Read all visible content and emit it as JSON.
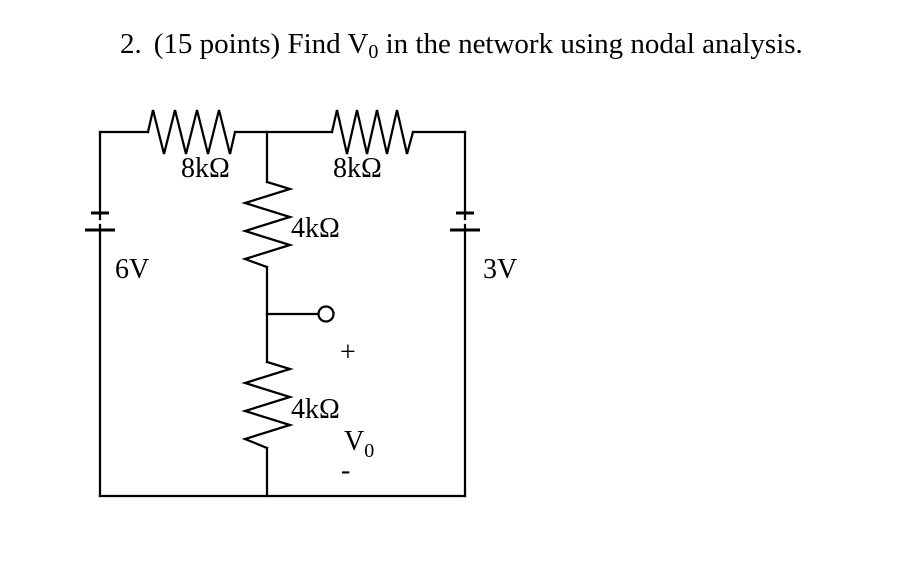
{
  "title": {
    "number": "2.",
    "before_sub": "(15 points) Find V",
    "sub": "0",
    "after_sub": " in the network using nodal analysis."
  },
  "circuit": {
    "line_color": "#000000",
    "background_color": "#ffffff",
    "resistors": [
      {
        "id": "r1",
        "label": "8kΩ",
        "orientation": "horizontal"
      },
      {
        "id": "r2",
        "label": "8kΩ",
        "orientation": "horizontal"
      },
      {
        "id": "r3",
        "label": "4kΩ",
        "orientation": "vertical"
      },
      {
        "id": "r4",
        "label": "4kΩ",
        "orientation": "vertical"
      }
    ],
    "voltage_sources": [
      {
        "id": "v1",
        "label": "6V"
      },
      {
        "id": "v2",
        "label": "3V"
      }
    ],
    "output": {
      "plus": "+",
      "name": "V",
      "sub": "0",
      "minus": "-"
    }
  }
}
